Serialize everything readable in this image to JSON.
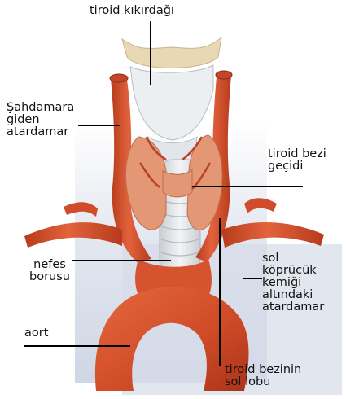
{
  "labels": {
    "tiroid_kikirdagi": "tiroid kıkırdağı",
    "sahdamara": "Şahdamara\ngiden\natardamar",
    "tiroid_bezi_gecidi": "tiroid bezi\ngeçidi",
    "nefes_borusu": "nefes\nborusu",
    "sol_koprucuk": "sol\nköprücük\nkemiği\naltındaki\natardamar",
    "aort": "aort",
    "tiroid_bezinin_sol_lobu": "tiroid bezinin\nsol lobu"
  },
  "colors": {
    "artery": "#d8522e",
    "artery_dark": "#b43a1c",
    "thyroid": "#e49a78",
    "cartilage": "#eef0f2",
    "trachea": "#dfe3e6",
    "background_panel": "#d3d9e6",
    "leader_line": "#000000"
  }
}
